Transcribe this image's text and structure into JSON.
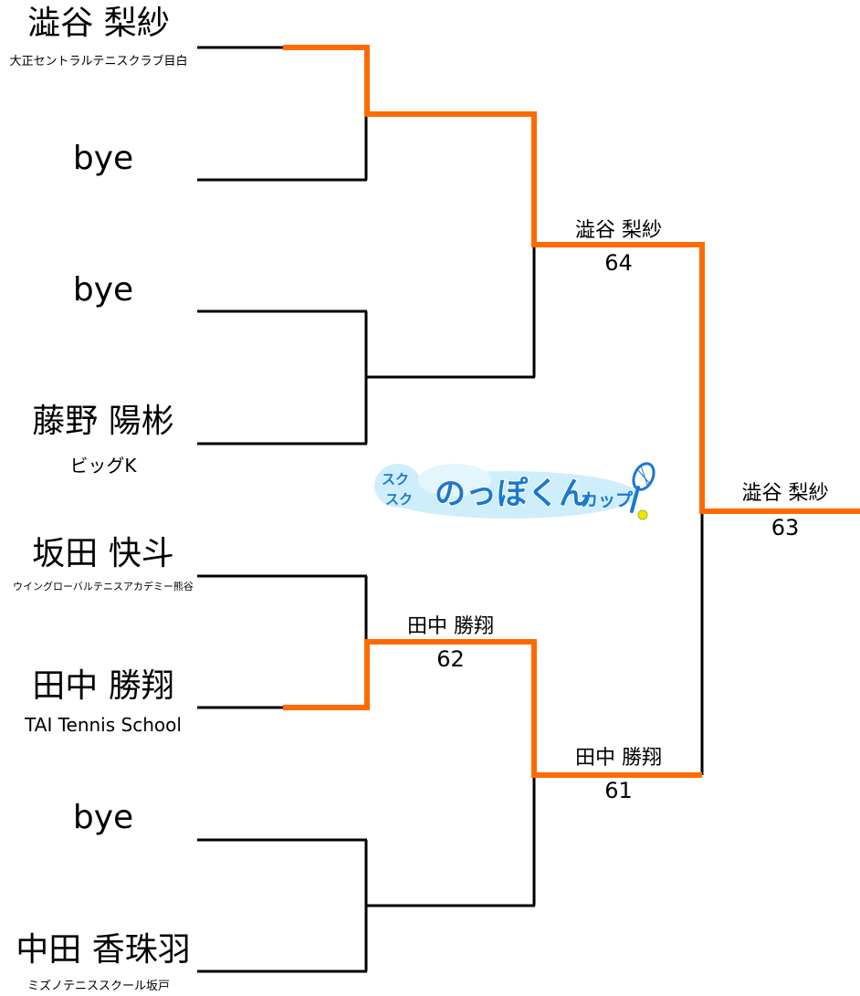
{
  "colors": {
    "line": "#000000",
    "winner_path": "#ff6a00",
    "logo_blue": "#1b78d0",
    "logo_sky": "#b8e3f7"
  },
  "players": [
    {
      "name": "澁谷 梨紗",
      "club": "大正セントラルテニスクラブ目白"
    },
    {
      "name": "bye",
      "club": ""
    },
    {
      "name": "bye",
      "club": ""
    },
    {
      "name": "藤野 陽彬",
      "club": "ビッグK"
    },
    {
      "name": "坂田 快斗",
      "club": "ウイングローバルテニスアカデミー熊谷"
    },
    {
      "name": "田中 勝翔",
      "club": "TAI Tennis School"
    },
    {
      "name": "bye",
      "club": ""
    },
    {
      "name": "中田 香珠羽",
      "club": "ミズノテニススクール坂戸"
    }
  ],
  "results": {
    "semi_top": {
      "winner": "澁谷 梨紗",
      "score": "64"
    },
    "qf_bottom": {
      "winner": "田中 勝翔",
      "score": "62"
    },
    "semi_bottom": {
      "winner": "田中 勝翔",
      "score": "61"
    },
    "final": {
      "winner": "澁谷 梨紗",
      "score": "63"
    }
  },
  "logo": {
    "line1": "スク",
    "line2": "スク",
    "main": "のっぽくん",
    "sub": "カップ"
  }
}
